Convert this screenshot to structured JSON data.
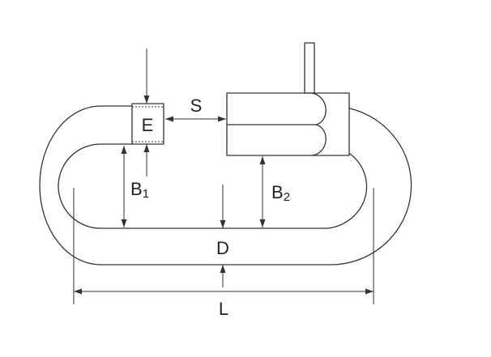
{
  "labels": {
    "E": "E",
    "S": "S",
    "B1_main": "B",
    "B1_sub": "1",
    "B2_main": "B",
    "B2_sub": "2",
    "D": "D",
    "L": "L"
  },
  "colors": {
    "line": "#333333",
    "background": "#ffffff"
  }
}
